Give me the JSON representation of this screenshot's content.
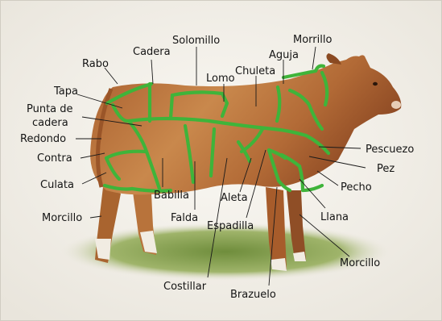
{
  "labels": {
    "rabo": "Rabo",
    "cadera": "Cadera",
    "solomillo": "Solomillo",
    "morrillo_top": "Morrillo",
    "aguja": "Aguja",
    "chuleta": "Chuleta",
    "lomo": "Lomo",
    "tapa": "Tapa",
    "punta_de_cadera_1": "Punta de",
    "punta_de_cadera_2": "cadera",
    "redondo": "Redondo",
    "contra": "Contra",
    "culata": "Culata",
    "morcillo_left": "Morcillo",
    "babilla": "Babilla",
    "falda": "Falda",
    "aleta": "Aleta",
    "espadilla": "Espadilla",
    "costillar": "Costillar",
    "brazuelo": "Brazuelo",
    "llana": "Llana",
    "pecho": "Pecho",
    "pez": "Pez",
    "pescuezo": "Pescuezo",
    "morcillo_right": "Morcillo"
  },
  "colors": {
    "background": "#f4f1ea",
    "cut_lines": "#3fb43a",
    "hide": "#b9703a",
    "grass": "#7f9a4a"
  }
}
